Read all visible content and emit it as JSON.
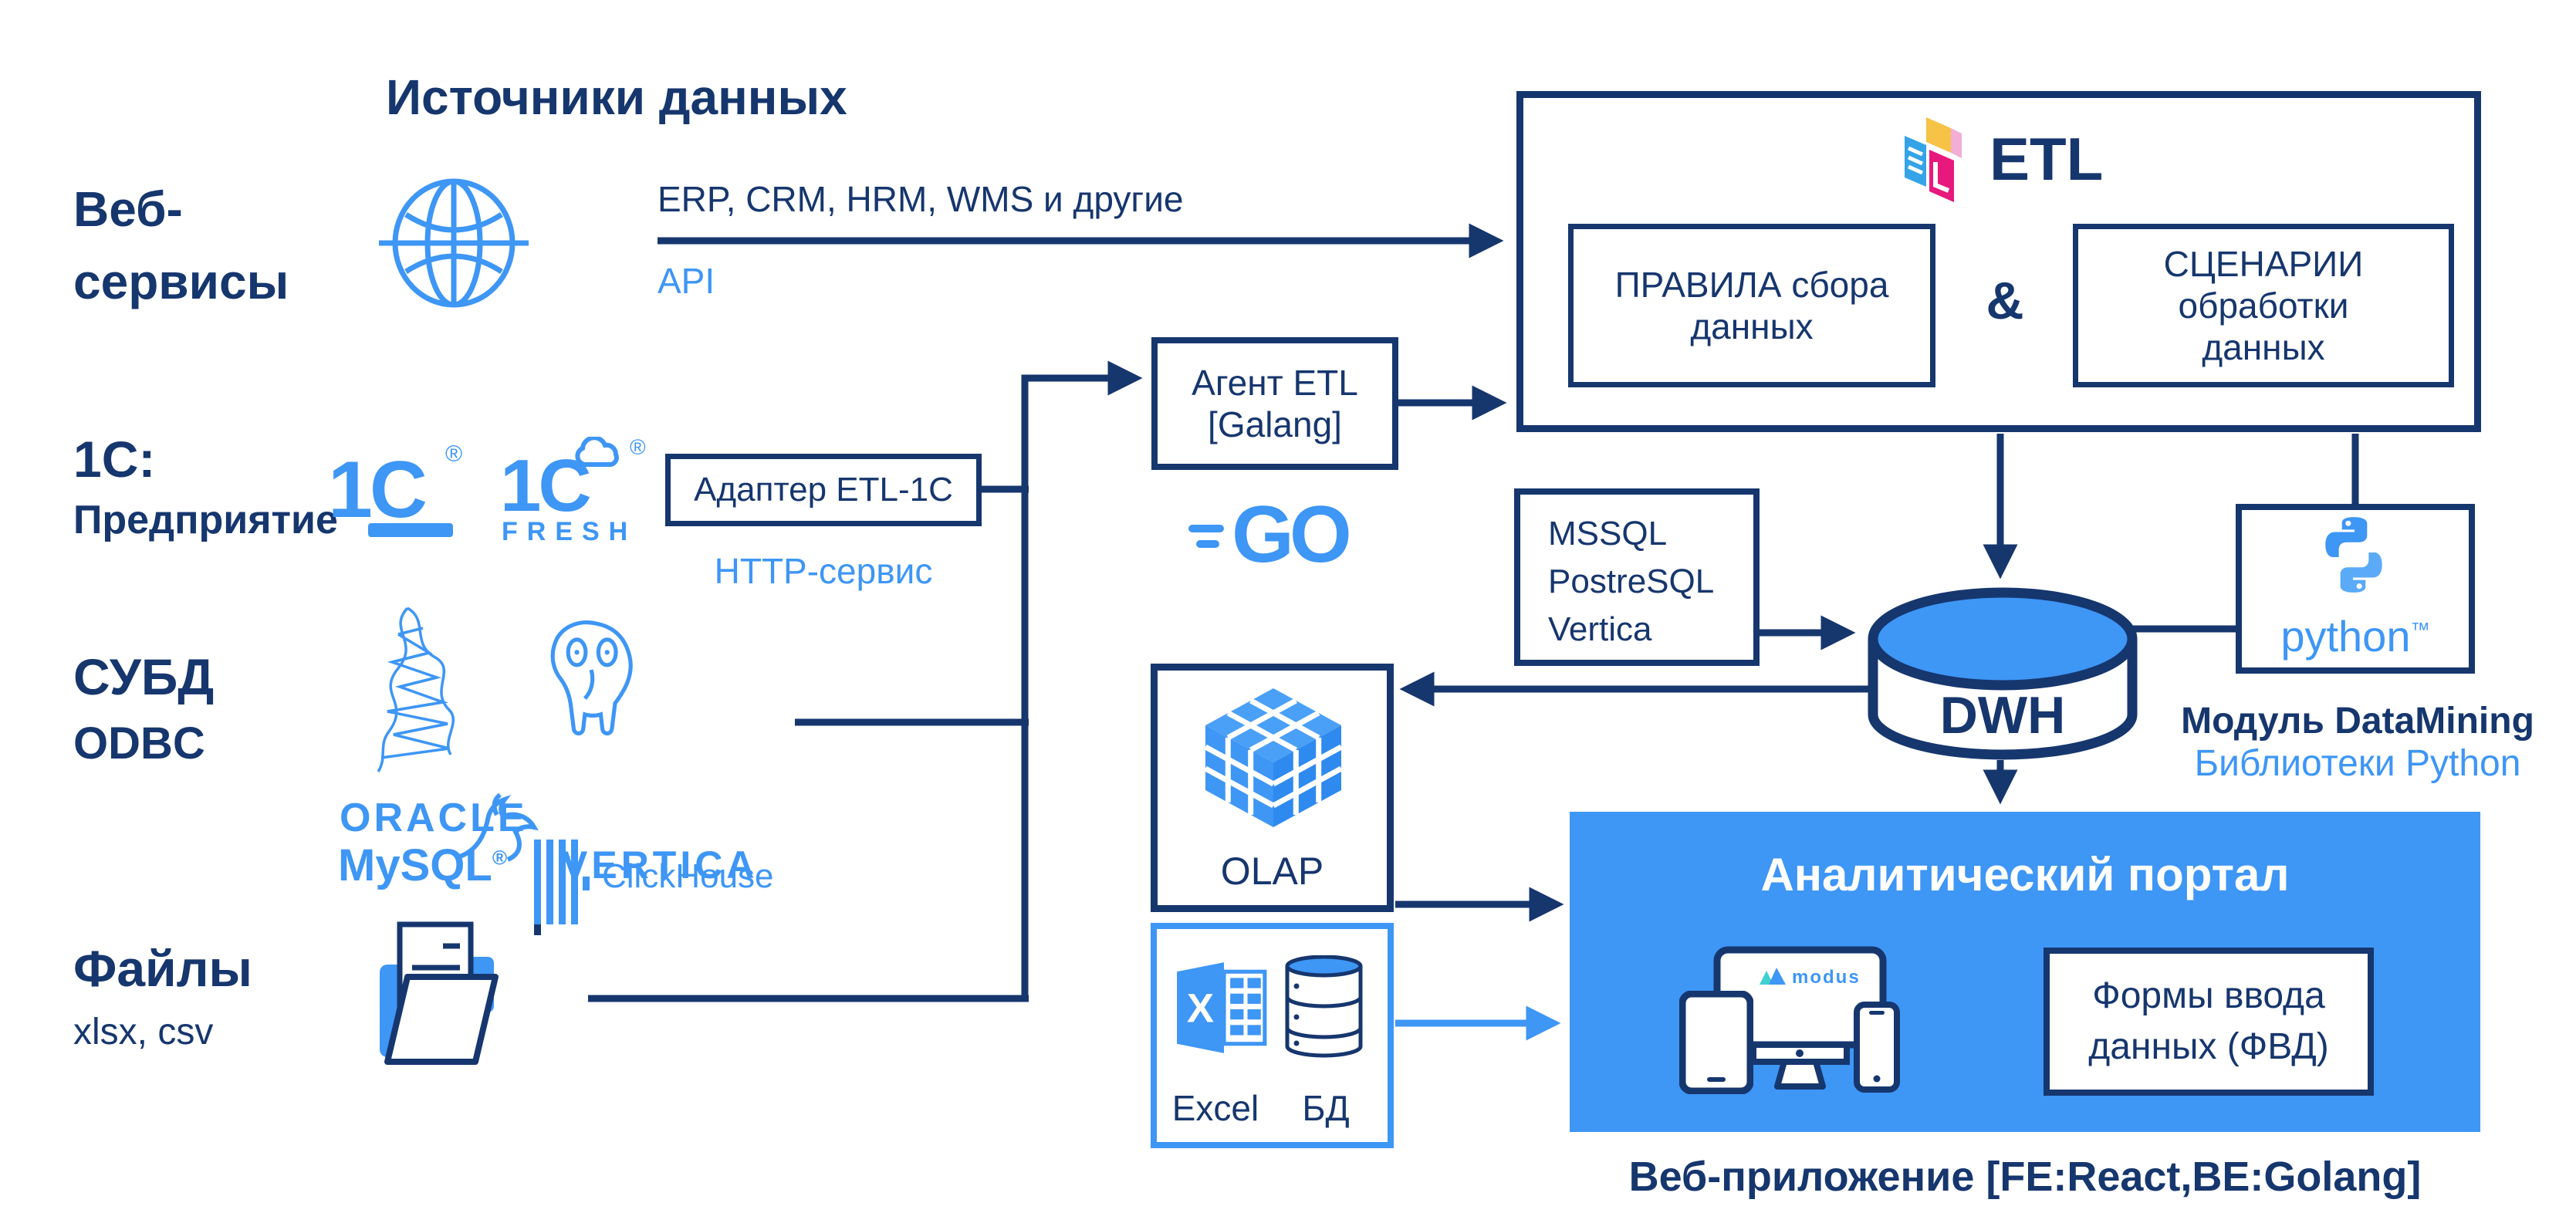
{
  "colors": {
    "navy": "#16366e",
    "blue": "#3e96f5",
    "blue-dark": "#2f8af0",
    "blue-light": "#5aaaf7",
    "mint": "#3fd0cf",
    "yellow": "#f6c347",
    "magenta": "#e8197d",
    "pink": "#f2aed6",
    "sky": "#35a3e8",
    "white": "#ffffff"
  },
  "title": "Источники данных",
  "web": {
    "label1": "Веб-",
    "label2": "сервисы",
    "erp": "ERP, CRM, HRM, WMS и другие",
    "api": "API"
  },
  "onec": {
    "label1": "1С:",
    "label2": "Предприятие",
    "logo_text": "1С",
    "fresh": "FRESH",
    "adapter": "Адаптер ETL-1C",
    "http": "HTTP-сервис"
  },
  "dbms": {
    "label1": "СУБД",
    "label2": "ODBC",
    "oracle": "ORACLE",
    "clickhouse": "ClickHouse",
    "mysql": "MySQL",
    "vertica": "VERTICA"
  },
  "files": {
    "label1": "Файлы",
    "label2": "xlsx, csv"
  },
  "agent": {
    "line1": "Агент ETL",
    "line2": "[Galang]",
    "go": "GO"
  },
  "etl": {
    "title": "ETL",
    "rules1": "ПРАВИЛА сбора",
    "rules2": "данных",
    "amp": "&",
    "scen1": "СЦЕНАРИИ",
    "scen2": "обработки",
    "scen3": "данных"
  },
  "storage": {
    "src1": "MSSQL",
    "src2": "PostreSQL",
    "src3": "Vertica",
    "dwh": "DWH"
  },
  "python": {
    "word": "python",
    "module": "Модуль DataMining",
    "libs": "Библиотеки Python"
  },
  "olap": {
    "label": "OLAP"
  },
  "excel": {
    "x": "X",
    "excel": "Excel",
    "db": "БД"
  },
  "portal": {
    "title": "Аналитический портал",
    "modus": "modus",
    "form1": "Формы ввода",
    "form2": "данных (ФВД)",
    "caption": "Веб-приложение [FE:React,BE:Golang]"
  },
  "misc": {
    "reg": "®",
    "tm": "™"
  }
}
